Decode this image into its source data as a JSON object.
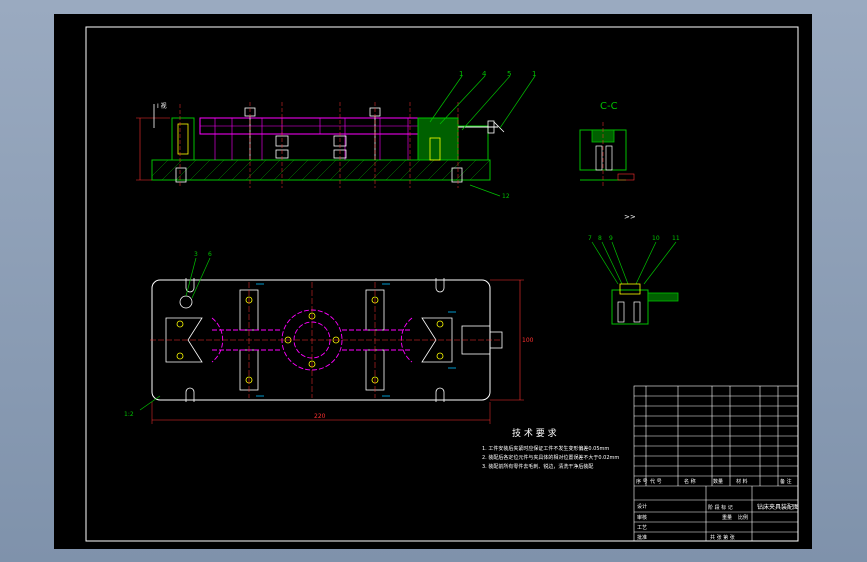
{
  "colors": {
    "background": "#000000",
    "frame": "#ffffff",
    "green": "#00c000",
    "magenta": "#ff00ff",
    "yellow": "#ffff00",
    "cyan": "#00c0ff",
    "red": "#ff3030",
    "white": "#ffffff"
  },
  "front_view": {
    "section_mark": "I 视",
    "balloons": [
      "1",
      "4",
      "5",
      "1"
    ],
    "bottom_balloon": "12"
  },
  "section_cc": {
    "title": "C-C"
  },
  "view_d": {
    "title": ">>",
    "balloons": [
      "7",
      "8",
      "9",
      "10",
      "11"
    ]
  },
  "plan_view": {
    "balloons": [
      "3",
      "6"
    ],
    "corner_label": "1:2",
    "width_dim": "220",
    "height_dim": "100"
  },
  "technical_requirements": {
    "title": "技 术 要 求",
    "items": [
      "1. 工件安装后夹紧时应保证工件不发生变形偏差0.05mm",
      "2. 装配后各定位元件与夹具体的相对位置误差不大于0.02mm",
      "3. 装配前所有零件去毛刺、锐边，清洗干净后装配"
    ]
  },
  "title_block": {
    "drawing_title": "钻床夹具装配图",
    "header_cells": [
      "序 号",
      "代 号",
      "名 称",
      "数量",
      "材 料",
      "备 注"
    ],
    "labels": [
      "设计",
      "审核",
      "工艺",
      "批准"
    ],
    "scale_labels": [
      "阶 段 标 记",
      "重量",
      "比例"
    ],
    "sheet_text": [
      "共  张  第  张"
    ]
  }
}
